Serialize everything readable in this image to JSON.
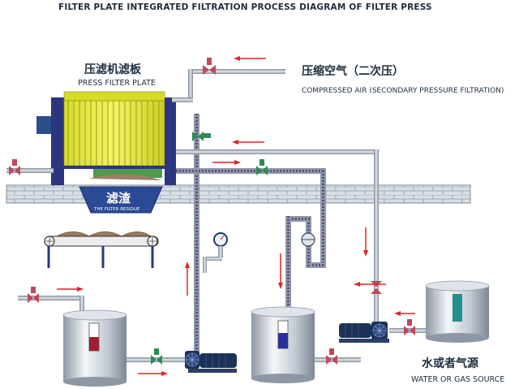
{
  "diagram": {
    "title": "FILTER PLATE INTEGRATED FILTRATION PROCESS DIAGRAM OF FILTER PRESS",
    "press_filter_plate": {
      "cn": "压滤机滤板",
      "en": "PRESS FILTER PLATE"
    },
    "compressed_air": {
      "cn": "压缩空气（二次压）",
      "en": "COMPRESSED AIR (SECONDARY PRESSURE FILTRATION)"
    },
    "filter_residue": {
      "cn": "滤渣",
      "en": "THE FILTER RESIDUE"
    },
    "water_source": {
      "cn": "水或者气源",
      "en": "WATER OR GAS SOURCE"
    }
  },
  "colors": {
    "pipe": "#9aa3ad",
    "pipe_dark": "#5d6a78",
    "valve": "#c0485a",
    "arrow": "#e02424",
    "plates": "#e6ea3a",
    "frame": "#2c3580",
    "tank": "#c8cfd8",
    "pump": "#1c3158",
    "platform": "#cfd6df",
    "text": "#1e2d3d"
  }
}
